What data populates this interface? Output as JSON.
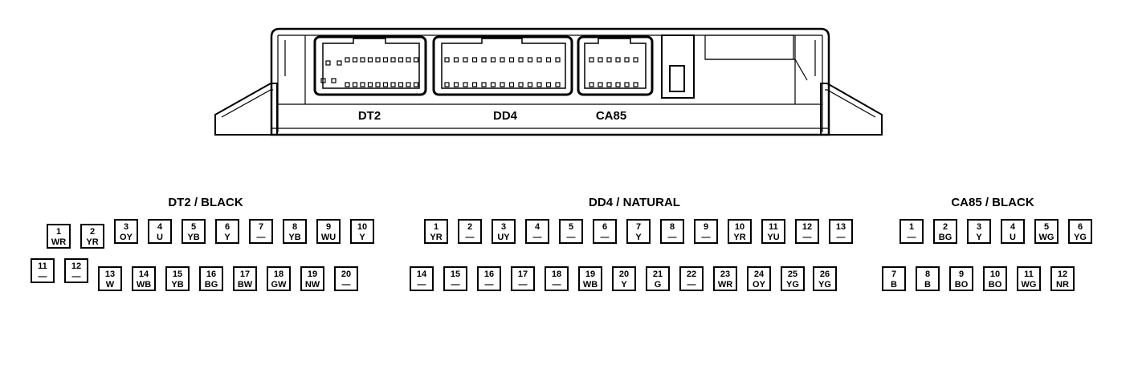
{
  "module": {
    "port_labels": [
      "DT2",
      "DD4",
      "CA85"
    ]
  },
  "connectors": [
    {
      "id": "dt2",
      "heading": "DT2 / BLACK",
      "pins": [
        {
          "num": "1",
          "color": "WR"
        },
        {
          "num": "2",
          "color": "YR"
        },
        {
          "num": "3",
          "color": "OY"
        },
        {
          "num": "4",
          "color": "U"
        },
        {
          "num": "5",
          "color": "YB"
        },
        {
          "num": "6",
          "color": "Y"
        },
        {
          "num": "7",
          "color": "—"
        },
        {
          "num": "8",
          "color": "YB"
        },
        {
          "num": "9",
          "color": "WU"
        },
        {
          "num": "10",
          "color": "Y"
        },
        {
          "num": "11",
          "color": "—"
        },
        {
          "num": "12",
          "color": "—"
        },
        {
          "num": "13",
          "color": "W"
        },
        {
          "num": "14",
          "color": "WB"
        },
        {
          "num": "15",
          "color": "YB"
        },
        {
          "num": "16",
          "color": "BG"
        },
        {
          "num": "17",
          "color": "BW"
        },
        {
          "num": "18",
          "color": "GW"
        },
        {
          "num": "19",
          "color": "NW"
        },
        {
          "num": "20",
          "color": "—"
        }
      ]
    },
    {
      "id": "dd4",
      "heading": "DD4 / NATURAL",
      "pins": [
        {
          "num": "1",
          "color": "YR"
        },
        {
          "num": "2",
          "color": "—"
        },
        {
          "num": "3",
          "color": "UY"
        },
        {
          "num": "4",
          "color": "—"
        },
        {
          "num": "5",
          "color": "—"
        },
        {
          "num": "6",
          "color": "—"
        },
        {
          "num": "7",
          "color": "Y"
        },
        {
          "num": "8",
          "color": "—"
        },
        {
          "num": "9",
          "color": "—"
        },
        {
          "num": "10",
          "color": "YR"
        },
        {
          "num": "11",
          "color": "YU"
        },
        {
          "num": "12",
          "color": "—"
        },
        {
          "num": "13",
          "color": "—"
        },
        {
          "num": "14",
          "color": "—"
        },
        {
          "num": "15",
          "color": "—"
        },
        {
          "num": "16",
          "color": "—"
        },
        {
          "num": "17",
          "color": "—"
        },
        {
          "num": "18",
          "color": "—"
        },
        {
          "num": "19",
          "color": "WB"
        },
        {
          "num": "20",
          "color": "Y"
        },
        {
          "num": "21",
          "color": "G"
        },
        {
          "num": "22",
          "color": "—"
        },
        {
          "num": "23",
          "color": "WR"
        },
        {
          "num": "24",
          "color": "OY"
        },
        {
          "num": "25",
          "color": "YG"
        },
        {
          "num": "26",
          "color": "YG"
        }
      ]
    },
    {
      "id": "ca85",
      "heading": "CA85 / BLACK",
      "pins": [
        {
          "num": "1",
          "color": "—"
        },
        {
          "num": "2",
          "color": "BG"
        },
        {
          "num": "3",
          "color": "Y"
        },
        {
          "num": "4",
          "color": "U"
        },
        {
          "num": "5",
          "color": "WG"
        },
        {
          "num": "6",
          "color": "YG"
        },
        {
          "num": "7",
          "color": "B"
        },
        {
          "num": "8",
          "color": "B"
        },
        {
          "num": "9",
          "color": "BO"
        },
        {
          "num": "10",
          "color": "BO"
        },
        {
          "num": "11",
          "color": "WG"
        },
        {
          "num": "12",
          "color": "NR"
        }
      ]
    }
  ]
}
